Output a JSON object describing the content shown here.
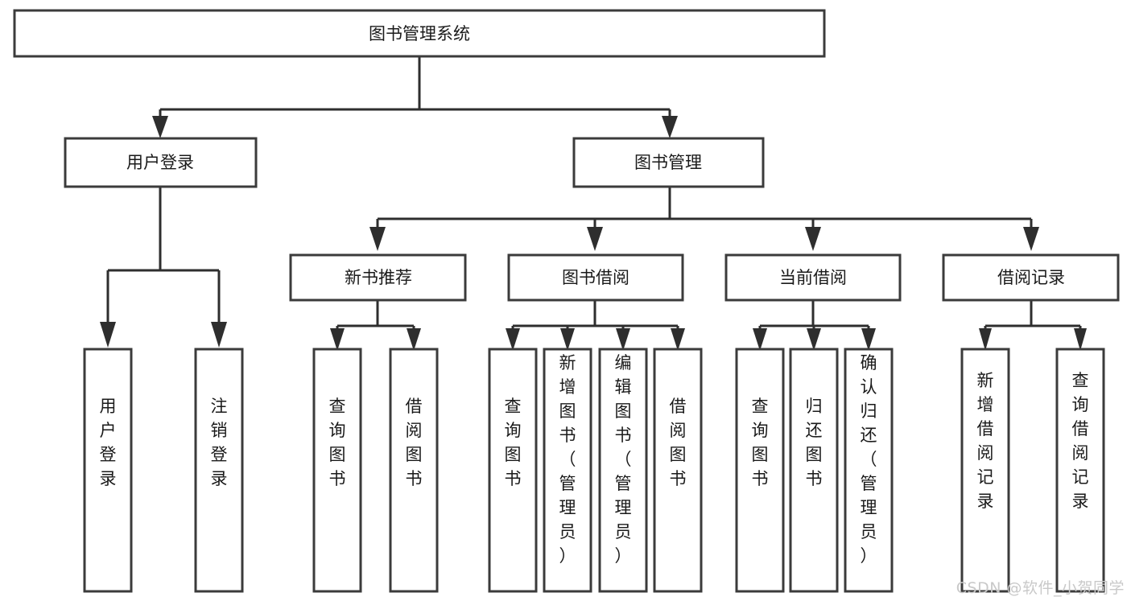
{
  "diagram": {
    "type": "tree",
    "title": "图书管理系统",
    "watermark": "CSDN @软件_小贺同学",
    "colors": {
      "box_stroke": "#3b3b3b",
      "edge": "#2e2e2e",
      "box_fill": "#ffffff",
      "text": "#1a1a1a",
      "watermark": "#c9c9c9"
    },
    "root": {
      "label": "图书管理系统"
    },
    "level2": [
      {
        "label": "用户登录"
      },
      {
        "label": "图书管理"
      }
    ],
    "level3": [
      {
        "label": "新书推荐"
      },
      {
        "label": "图书借阅"
      },
      {
        "label": "当前借阅"
      },
      {
        "label": "借阅记录"
      }
    ],
    "leaves": {
      "user_login": [
        {
          "label": "用户登录"
        },
        {
          "label": "注销登录"
        }
      ],
      "new_book_recommend": [
        {
          "label": "查询图书"
        },
        {
          "label": "借阅图书"
        }
      ],
      "book_borrow": [
        {
          "label": "查询图书"
        },
        {
          "label": "新增图书（管理员）"
        },
        {
          "label": "编辑图书（管理员）"
        },
        {
          "label": "借阅图书"
        }
      ],
      "current_borrow": [
        {
          "label": "查询图书"
        },
        {
          "label": "归还图书"
        },
        {
          "label": "确认归还（管理员）"
        }
      ],
      "borrow_record": [
        {
          "label": "新增借阅记录"
        },
        {
          "label": "查询借阅记录"
        }
      ]
    }
  }
}
